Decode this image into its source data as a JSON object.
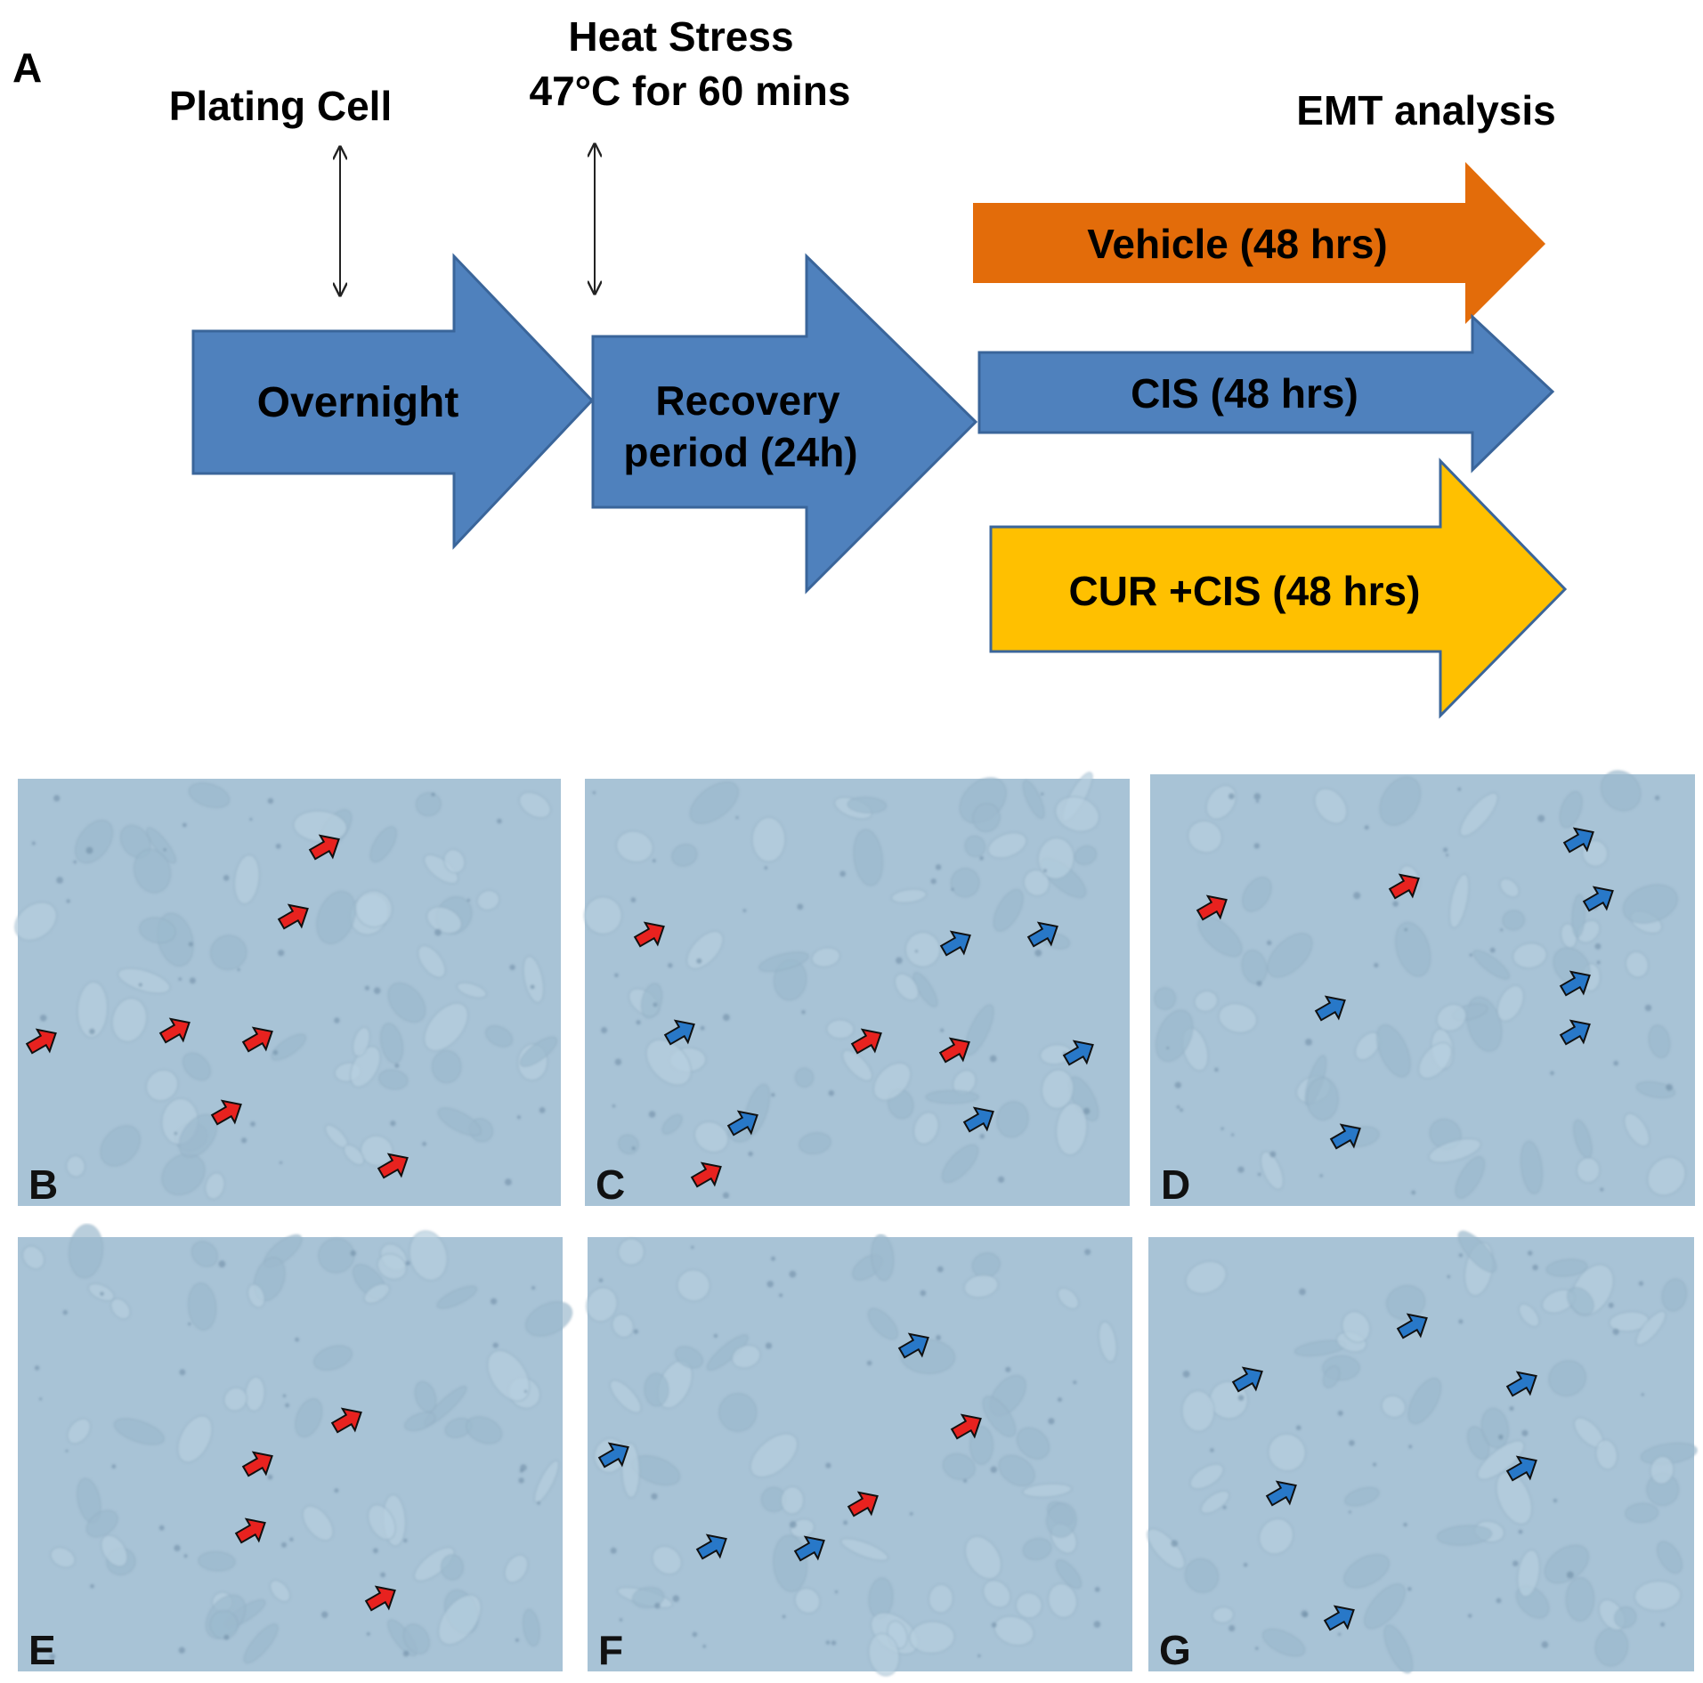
{
  "panel_a": {
    "label": "A",
    "plating_cell": "Plating Cell",
    "heat_stress_line1": "Heat Stress",
    "heat_stress_line2": "47°C for 60 mins",
    "emt_analysis": "EMT analysis",
    "overnight": "Overnight",
    "recovery_line1": "Recovery",
    "recovery_line2": "period (24h)",
    "vehicle": "Vehicle (48 hrs)",
    "cis": "CIS (48 hrs)",
    "cur_cis": "CUR +CIS (48 hrs)"
  },
  "colors": {
    "blue_arrow": "#4f81bd",
    "blue_arrow_border": "#3a659a",
    "orange_arrow": "#e36c0a",
    "yellow_arrow": "#ffc000",
    "micro_bg": "#a8c3d6",
    "red_marker": "#e8221f",
    "blue_marker": "#2878c8"
  },
  "micrographs": [
    {
      "label": "B",
      "markers": [
        "red",
        "red",
        "red",
        "red",
        "red",
        "red",
        "red"
      ]
    },
    {
      "label": "C",
      "markers": [
        "red",
        "red",
        "red",
        "red",
        "blue",
        "blue",
        "blue",
        "blue",
        "blue",
        "blue"
      ]
    },
    {
      "label": "D",
      "markers": [
        "red",
        "red",
        "blue",
        "blue",
        "blue",
        "blue",
        "blue",
        "blue"
      ]
    },
    {
      "label": "E",
      "markers": [
        "red",
        "red",
        "red",
        "red"
      ]
    },
    {
      "label": "F",
      "markers": [
        "red",
        "red",
        "blue",
        "blue",
        "blue",
        "blue"
      ]
    },
    {
      "label": "G",
      "markers": [
        "blue",
        "blue",
        "blue",
        "blue",
        "blue",
        "blue"
      ]
    }
  ]
}
